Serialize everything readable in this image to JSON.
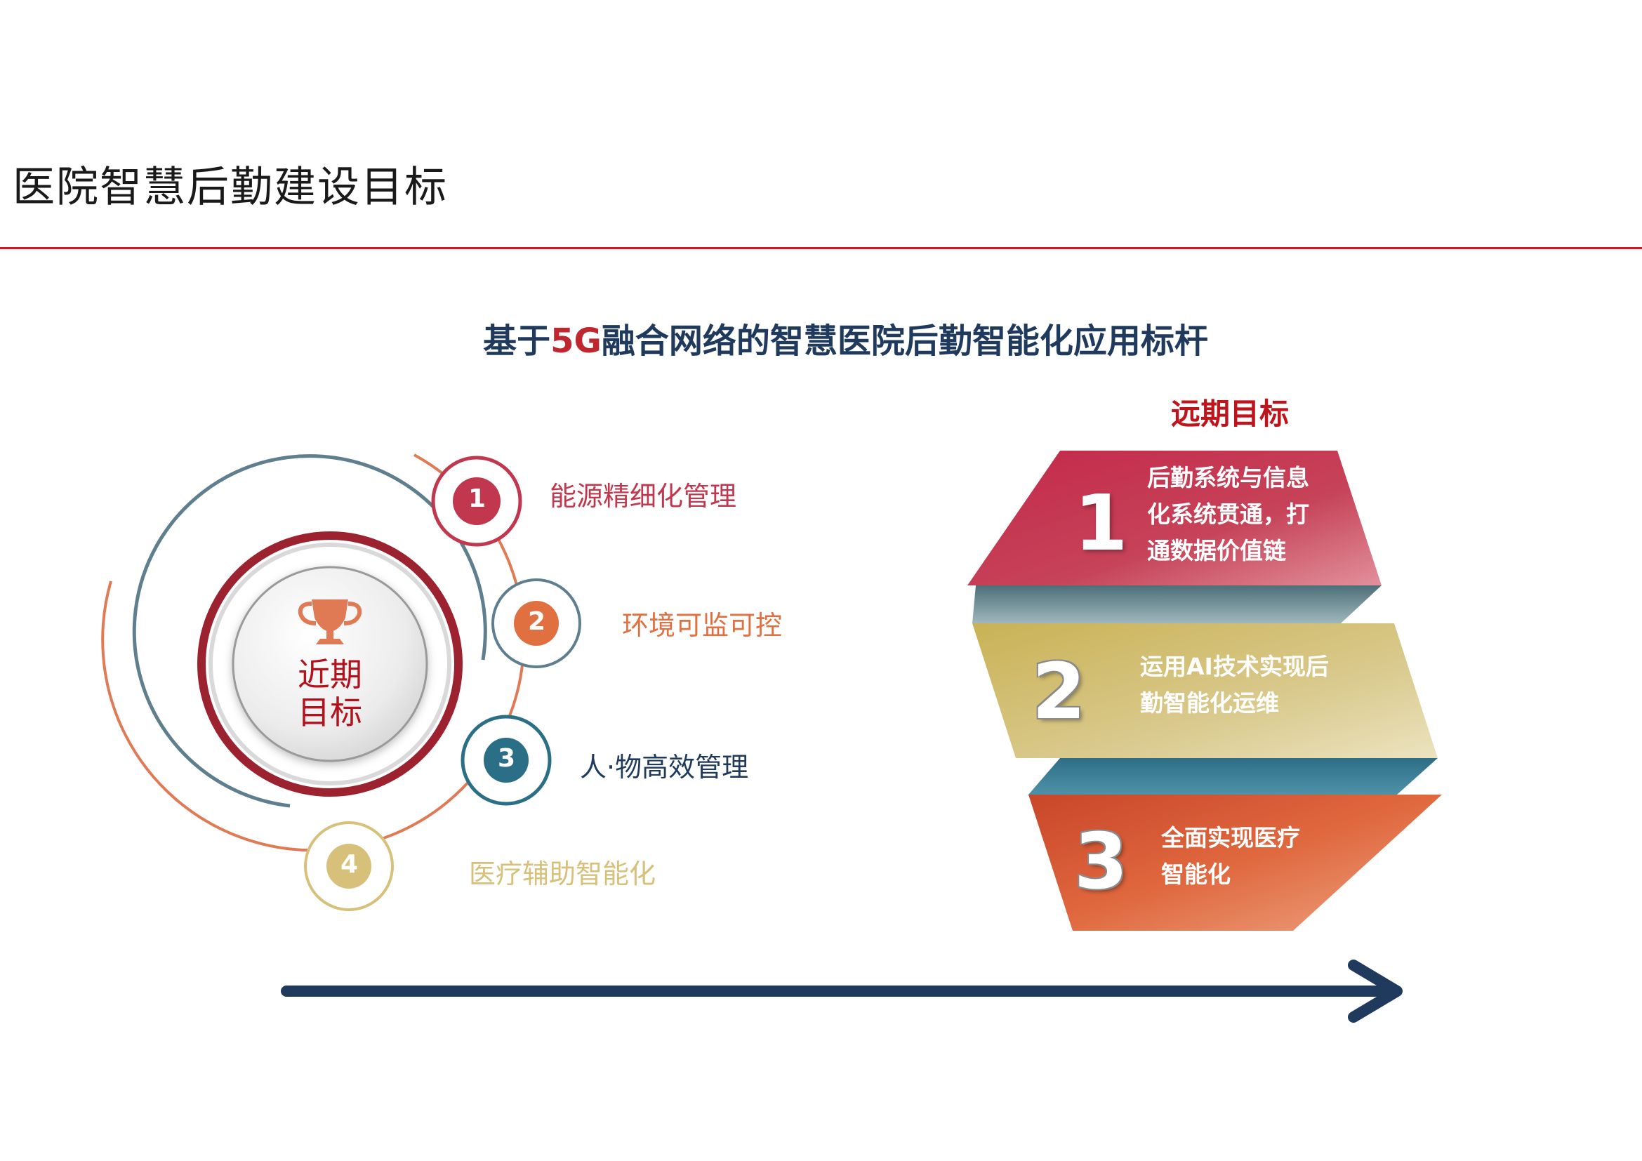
{
  "page": {
    "title": "医院智慧后勤建设目标"
  },
  "subtitle": {
    "prefix": "基于",
    "highlight": "5G",
    "suffix": "融合网络的智慧医院后勤智能化应用标杆"
  },
  "left_diagram": {
    "center_label": [
      "近期",
      "目标"
    ],
    "items": [
      {
        "number": "1",
        "label": "能源精细化管理",
        "color": "#c1374d"
      },
      {
        "number": "2",
        "label": "环境可监可控",
        "color": "#e07040"
      },
      {
        "number": "3",
        "label": "人·物高效管理",
        "color": "#2b6f86"
      },
      {
        "number": "4",
        "label": "医疗辅助智能化",
        "color": "#d7c07a"
      }
    ]
  },
  "right_diagram": {
    "heading": "远期目标",
    "steps": [
      {
        "number": "1",
        "lines": [
          "后勤系统与信息",
          "化系统贯通，打",
          "通数据价值链"
        ],
        "color": "#c1374d"
      },
      {
        "number": "2",
        "lines": [
          "运用AI技术实现后",
          "勤智能化运维"
        ],
        "color": "#cdbb6a"
      },
      {
        "number": "3",
        "lines": [
          "全面实现医疗",
          "智能化"
        ],
        "color": "#e0683e"
      }
    ]
  },
  "colors": {
    "accent_red": "#d0171f",
    "navy": "#1f3a5c",
    "steel": "#5f7e8e"
  },
  "icons": [
    "trophy-icon",
    "timeline-arrow-icon"
  ]
}
